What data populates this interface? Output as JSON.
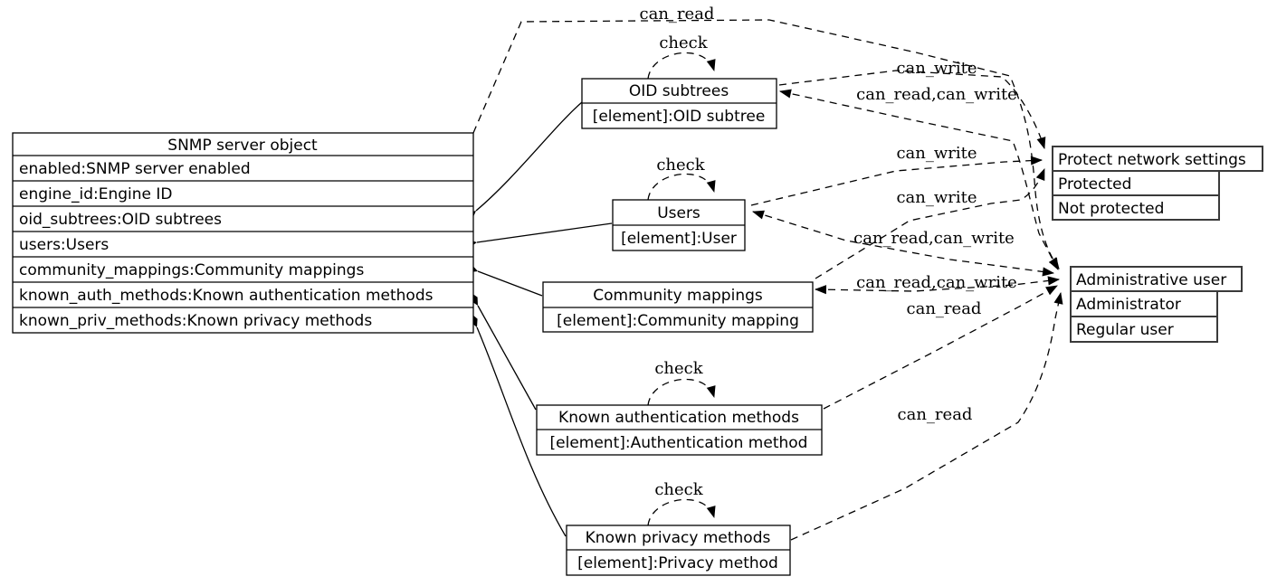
{
  "diagram": {
    "background": "#ffffff",
    "line_color": "#000000",
    "nodes": {
      "snmp_server": {
        "title": "SNMP server object",
        "rows": [
          "enabled:SNMP server enabled",
          "engine_id:Engine ID",
          "oid_subtrees:OID subtrees",
          "users:Users",
          "community_mappings:Community mappings",
          "known_auth_methods:Known authentication methods",
          "known_priv_methods:Known privacy methods"
        ]
      },
      "oid_subtrees": {
        "title": "OID subtrees",
        "rows": [
          "[element]:OID subtree"
        ]
      },
      "users": {
        "title": "Users",
        "rows": [
          "[element]:User"
        ]
      },
      "community_mappings": {
        "title": "Community mappings",
        "rows": [
          "[element]:Community mapping"
        ]
      },
      "known_auth_methods": {
        "title": "Known authentication methods",
        "rows": [
          "[element]:Authentication method"
        ]
      },
      "known_priv_methods": {
        "title": "Known privacy methods",
        "rows": [
          "[element]:Privacy method"
        ]
      },
      "protect_network_settings": {
        "title": "Protect network settings",
        "rows": [
          "Protected",
          "Not protected"
        ]
      },
      "administrative_user": {
        "title": "Administrative user",
        "rows": [
          "Administrator",
          "Regular user"
        ]
      }
    },
    "edges": {
      "snmp_to_admin": {
        "label": "can_read"
      },
      "oid_to_pns": {
        "label": "can_write"
      },
      "oid_admin": {
        "label": "can_read,can_write"
      },
      "users_to_pns": {
        "label": "can_write"
      },
      "cm_to_pns": {
        "label": "can_write"
      },
      "users_admin": {
        "label": "can_read,can_write"
      },
      "cm_admin": {
        "label": "can_read,can_write"
      },
      "kam_to_admin": {
        "label": "can_read"
      },
      "kpm_to_admin": {
        "label": "can_read"
      },
      "check_oid": {
        "label": "check"
      },
      "check_users": {
        "label": "check"
      },
      "check_kam": {
        "label": "check"
      },
      "check_kpm": {
        "label": "check"
      }
    }
  }
}
